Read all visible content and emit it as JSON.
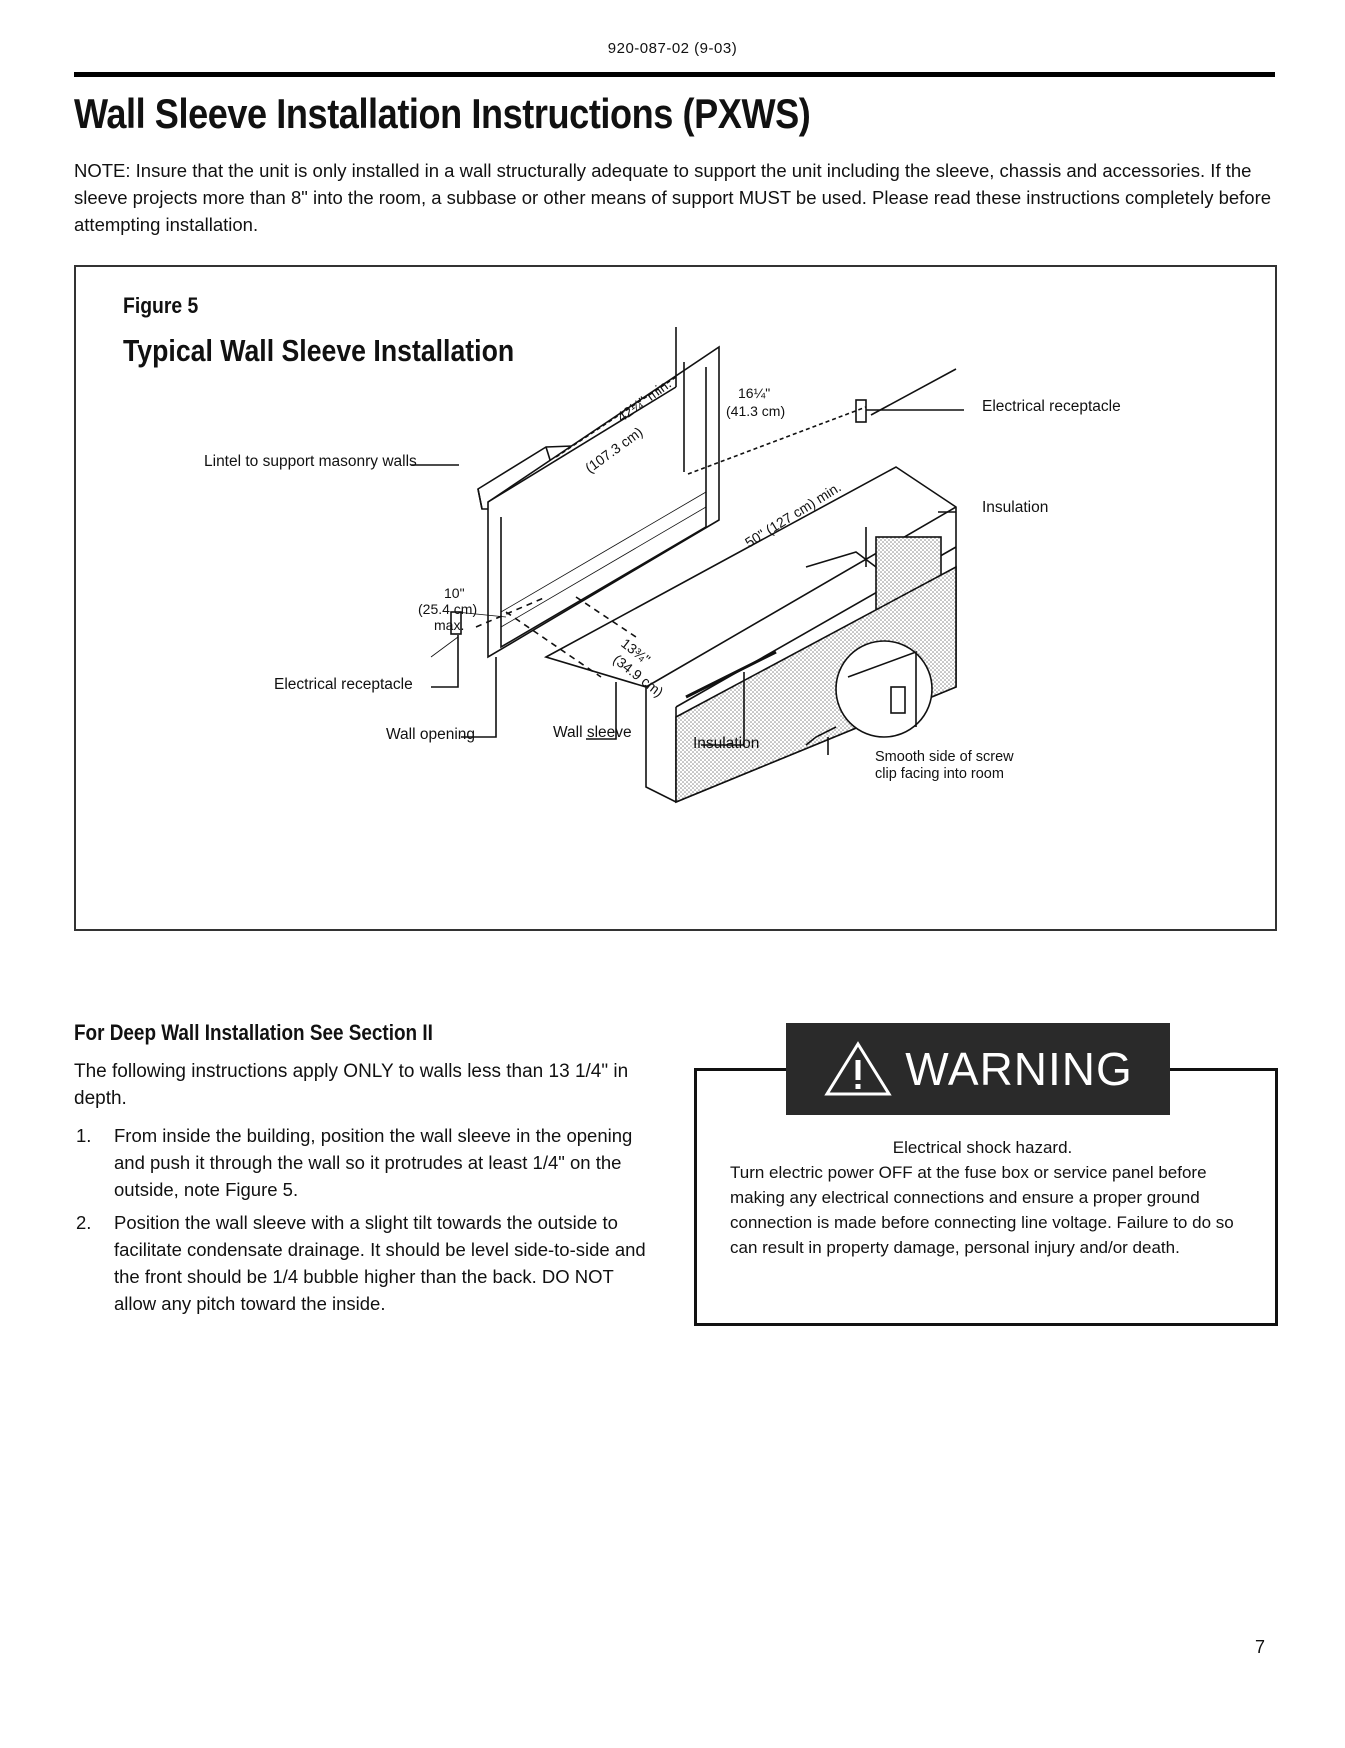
{
  "header": {
    "doc_id": "920-087-02 (9-03)"
  },
  "page_title": "Wall Sleeve Installation Instructions (PXWS)",
  "intro": "NOTE: Insure that the unit is only installed in a wall structurally adequate to support the unit including the sleeve, chassis and accessories. If the sleeve projects more than 8\" into the room, a subbase or other means of support MUST be used. Please read these instructions completely before attempting installation.",
  "figure": {
    "label": "Figure 5",
    "title": "Typical Wall Sleeve Installation",
    "callouts": {
      "lintel": "Lintel to support masonry walls",
      "receptacle_right": "Electrical receptacle",
      "insulation_right": "Insulation",
      "receptacle_left": "Electrical receptacle",
      "wall_opening": "Wall opening",
      "wall_sleeve": "Wall sleeve",
      "insulation_bottom": "Insulation",
      "screw_clip_line1": "Smooth side of screw",
      "screw_clip_line2": "clip facing into room"
    },
    "dimensions": {
      "width_in": "42¼\" min.",
      "width_cm": "(107.3 cm)",
      "height_in": "16¼\"",
      "height_cm": "(41.3 cm)",
      "length_in": "50\" (127 cm) min.",
      "max_in": "10\"",
      "max_cm": "(25.4 cm)",
      "max_label": "max.",
      "depth_in": "13¾\"",
      "depth_cm": "(34.9 cm)"
    }
  },
  "section": {
    "heading": "For Deep Wall Installation See Section II",
    "intro": "The following instructions apply ONLY to walls less than 13 1/4\" in depth.",
    "steps": [
      {
        "num": "1.",
        "text": "From inside the building, position the wall sleeve in the opening and push it through the wall so it protrudes at least 1/4\" on the outside, note Figure 5."
      },
      {
        "num": "2.",
        "text": "Position the wall sleeve with a slight tilt towards the outside to facilitate condensate drainage. It should be level side-to-side and the front should be 1/4 bubble higher than the back. DO NOT allow any pitch toward the inside."
      }
    ]
  },
  "warning": {
    "banner": "WARNING",
    "lead": "Electrical shock hazard.",
    "body": "Turn electric power OFF at the fuse box or service panel before making any electrical connections and ensure a proper ground connection is made before connecting line voltage. Failure to do so can result in property damage, personal injury and/or death."
  },
  "page_number": "7"
}
